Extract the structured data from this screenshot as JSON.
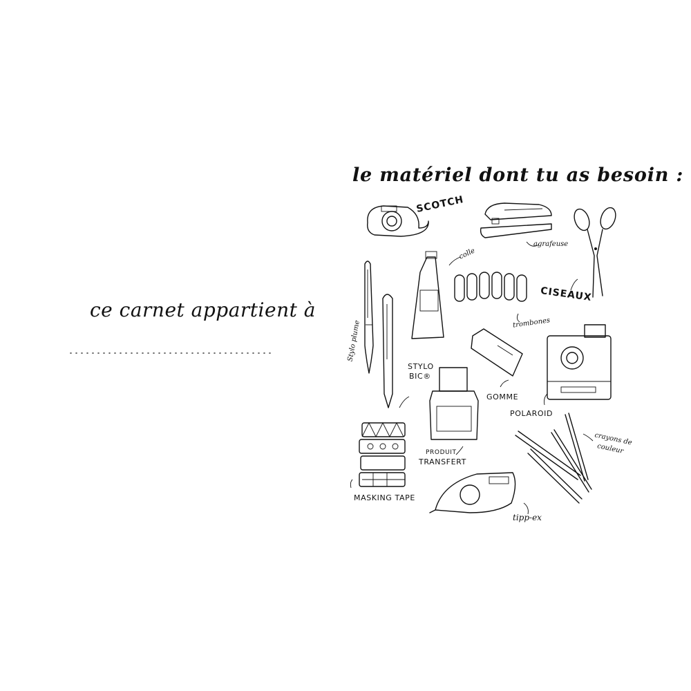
{
  "left_page": {
    "owner_label": "ce carnet appartient à"
  },
  "right_page": {
    "title": "le matériel dont tu as besoin :",
    "labels": {
      "scotch": "SCOTCH",
      "agrafeuse": "agrafeuse",
      "colle": "colle",
      "ciseaux": "CISEAUX",
      "trombones": "trombones",
      "stylo_plume": "Stylo plume",
      "stylo_bic_1": "STYLO",
      "stylo_bic_2": "BIC®",
      "gomme": "GOMME",
      "polaroid": "POLAROID",
      "crayons_1": "crayons de",
      "crayons_2": "couleur",
      "produit_1": "PRODUIT",
      "produit_2": "TRANSFERT",
      "masking_tape": "MASKING TAPE",
      "tipp_ex": "tipp-ex"
    }
  }
}
